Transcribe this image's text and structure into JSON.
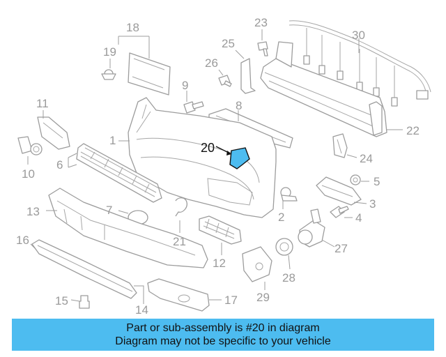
{
  "diagram": {
    "highlight_color": "#4dbcf0",
    "callouts": {
      "c1": "1",
      "c2": "2",
      "c3": "3",
      "c4": "4",
      "c5": "5",
      "c6": "6",
      "c7": "7",
      "c8": "8",
      "c9": "9",
      "c10": "10",
      "c11": "11",
      "c12": "12",
      "c13": "13",
      "c14": "14",
      "c15": "15",
      "c16": "16",
      "c17": "17",
      "c18": "18",
      "c19": "19",
      "c20": "20",
      "c21": "21",
      "c22": "22",
      "c23": "23",
      "c24": "24",
      "c25": "25",
      "c26": "26",
      "c27": "27",
      "c28": "28",
      "c29": "29",
      "c30": "30"
    }
  },
  "banner": {
    "line1": "Part or sub-assembly is #20 in diagram",
    "line2": "Diagram may not be specific to your vehicle",
    "color": "#4dbcf0"
  }
}
